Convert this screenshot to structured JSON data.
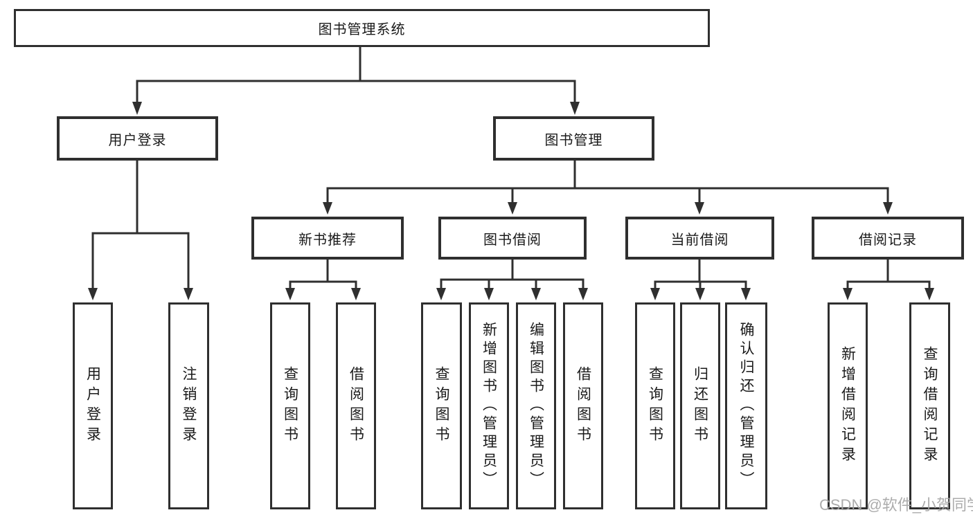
{
  "diagram": {
    "tree": {
      "label": "图书管理系统",
      "children": [
        {
          "label": "用户登录",
          "children": [
            {
              "label": "用户登录"
            },
            {
              "label": "注销登录"
            }
          ]
        },
        {
          "label": "图书管理",
          "children": [
            {
              "label": "新书推荐",
              "children": [
                {
                  "label": "查询图书"
                },
                {
                  "label": "借阅图书"
                }
              ]
            },
            {
              "label": "图书借阅",
              "children": [
                {
                  "label": "查询图书"
                },
                {
                  "label": "新增图书（管理员）"
                },
                {
                  "label": "编辑图书（管理员）"
                },
                {
                  "label": "借阅图书"
                }
              ]
            },
            {
              "label": "当前借阅",
              "children": [
                {
                  "label": "查询图书"
                },
                {
                  "label": "归还图书"
                },
                {
                  "label": "确认归还（管理员）"
                }
              ]
            },
            {
              "label": "借阅记录",
              "children": [
                {
                  "label": "新增借阅记录"
                },
                {
                  "label": "查询借阅记录"
                }
              ]
            }
          ]
        }
      ]
    },
    "colors": {
      "line": "#2f2f2f",
      "box_border": "#2f2f2f",
      "text": "#1a1a1a",
      "background": "#ffffff",
      "watermark": "#a5a5a5"
    }
  },
  "watermark": {
    "text": "CSDN @软件_小贺同学"
  }
}
